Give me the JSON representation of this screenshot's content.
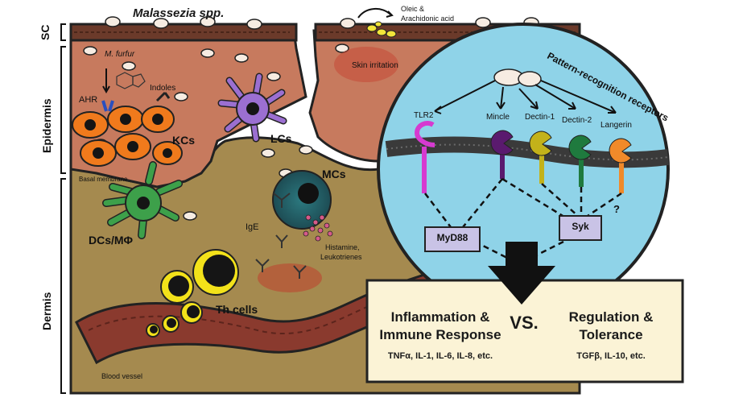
{
  "diagram": {
    "title": "Malassezia spp.",
    "layers": {
      "sc": "SC",
      "epidermis": "Epidermis",
      "dermis": "Dermis"
    },
    "labels": {
      "m_furfur": "M. furfur",
      "indoles": "Indoles",
      "ahr": "AHR",
      "kcs": "KCs",
      "lcs": "LCs",
      "basal_membrane": "Basal membrane",
      "dcs": "DCs/MΦ",
      "mcs": "MCs",
      "ige": "IgE",
      "histamine": "Histamine,",
      "leukotrienes": "Leukotrienes",
      "th_cells": "Th cells",
      "blood_vessel": "Blood vessel",
      "oleic": "Oleic &",
      "arachidonic": "Arachidonic acid",
      "skin_irritation": "Skin irritation"
    },
    "receptors": {
      "title": "Pattern-recognition receptors",
      "items": [
        "TLR2",
        "Mincle",
        "Dectin-1",
        "Dectin-2",
        "Langerin"
      ],
      "question": "?",
      "myd88": "MyD88",
      "syk": "Syk"
    },
    "outcome": {
      "left_title_1": "Inflammation &",
      "left_title_2": "Immune Response",
      "left_sub": "TNFα, IL-1, IL-6, IL-8, etc.",
      "vs": "VS.",
      "right_title_1": "Regulation &",
      "right_title_2": "Tolerance",
      "right_sub": "TGFβ, IL-10, etc."
    },
    "colors": {
      "sc": "#6b3a2a",
      "epidermis": "#c77a5e",
      "dermis": "#a58a4f",
      "circle": "#8fd3e8",
      "box": "#fbf3d6",
      "kc": "#f07a1c",
      "lc": "#9b6fd1",
      "dc": "#3da04a",
      "th": "#f3e21a",
      "tlr2": "#d63ad0",
      "mincle": "#5a1a6e",
      "dectin1": "#c3b21a",
      "dectin2": "#1f7a3e",
      "langerin": "#f08a2a"
    }
  }
}
